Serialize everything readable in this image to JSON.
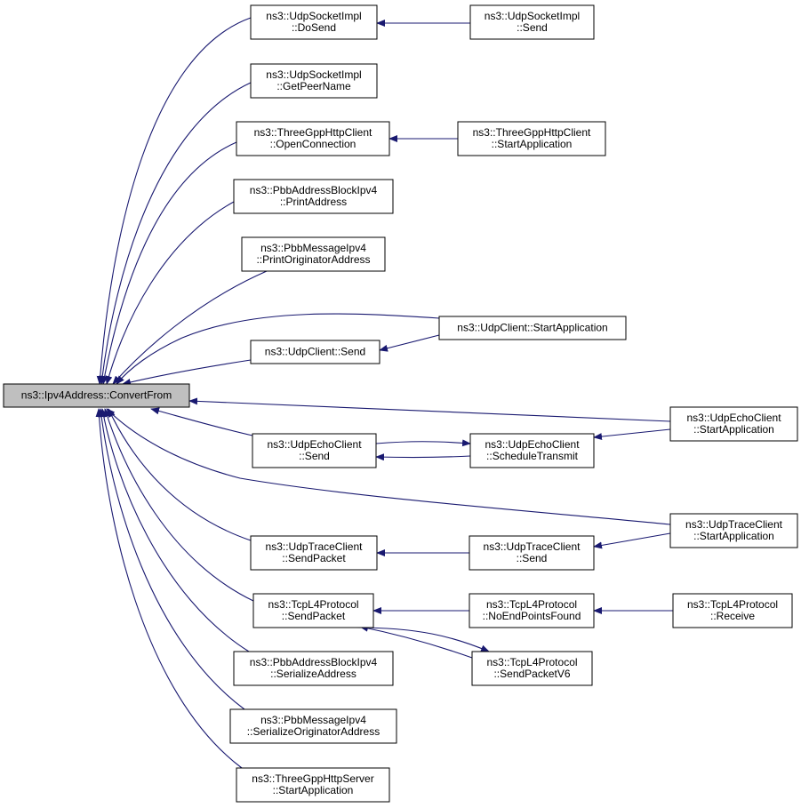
{
  "diagram": {
    "type": "caller-graph",
    "colors": {
      "edge": "#191970",
      "node_border": "#000000",
      "node_fill": "#ffffff",
      "root_fill": "#bfbfbf"
    },
    "nodes": [
      {
        "id": "root",
        "lines": [
          "ns3::Ipv4Address::ConvertFrom"
        ],
        "root": true
      },
      {
        "id": "udpsock-dosend",
        "lines": [
          "ns3::UdpSocketImpl",
          "::DoSend"
        ]
      },
      {
        "id": "udpsock-send",
        "lines": [
          "ns3::UdpSocketImpl",
          "::Send"
        ]
      },
      {
        "id": "udpsock-getpeer",
        "lines": [
          "ns3::UdpSocketImpl",
          "::GetPeerName"
        ]
      },
      {
        "id": "http-openconn",
        "lines": [
          "ns3::ThreeGppHttpClient",
          "::OpenConnection"
        ]
      },
      {
        "id": "http-startapp",
        "lines": [
          "ns3::ThreeGppHttpClient",
          "::StartApplication"
        ]
      },
      {
        "id": "pbbaddr-print",
        "lines": [
          "ns3::PbbAddressBlockIpv4",
          "::PrintAddress"
        ]
      },
      {
        "id": "pbbmsg-print",
        "lines": [
          "ns3::PbbMessageIpv4",
          "::PrintOriginatorAddress"
        ]
      },
      {
        "id": "udpclient-startapp",
        "lines": [
          "ns3::UdpClient::StartApplication"
        ]
      },
      {
        "id": "udpclient-send",
        "lines": [
          "ns3::UdpClient::Send"
        ]
      },
      {
        "id": "echo-startapp",
        "lines": [
          "ns3::UdpEchoClient",
          "::StartApplication"
        ]
      },
      {
        "id": "echo-send",
        "lines": [
          "ns3::UdpEchoClient",
          "::Send"
        ]
      },
      {
        "id": "echo-schedule",
        "lines": [
          "ns3::UdpEchoClient",
          "::ScheduleTransmit"
        ]
      },
      {
        "id": "trace-startapp",
        "lines": [
          "ns3::UdpTraceClient",
          "::StartApplication"
        ]
      },
      {
        "id": "trace-sendpacket",
        "lines": [
          "ns3::UdpTraceClient",
          "::SendPacket"
        ]
      },
      {
        "id": "trace-send",
        "lines": [
          "ns3::UdpTraceClient",
          "::Send"
        ]
      },
      {
        "id": "tcp-sendpacket",
        "lines": [
          "ns3::TcpL4Protocol",
          "::SendPacket"
        ]
      },
      {
        "id": "tcp-noend",
        "lines": [
          "ns3::TcpL4Protocol",
          "::NoEndPointsFound"
        ]
      },
      {
        "id": "tcp-receive",
        "lines": [
          "ns3::TcpL4Protocol",
          "::Receive"
        ]
      },
      {
        "id": "tcp-sendv6",
        "lines": [
          "ns3::TcpL4Protocol",
          "::SendPacketV6"
        ]
      },
      {
        "id": "pbbaddr-serialize",
        "lines": [
          "ns3::PbbAddressBlockIpv4",
          "::SerializeAddress"
        ]
      },
      {
        "id": "pbbmsg-serialize",
        "lines": [
          "ns3::PbbMessageIpv4",
          "::SerializeOriginatorAddress"
        ]
      },
      {
        "id": "httpserver-startapp",
        "lines": [
          "ns3::ThreeGppHttpServer",
          "::StartApplication"
        ]
      }
    ],
    "edges": [
      {
        "from": "udpsock-dosend",
        "to": "root"
      },
      {
        "from": "udpsock-send",
        "to": "udpsock-dosend"
      },
      {
        "from": "udpsock-getpeer",
        "to": "root"
      },
      {
        "from": "http-openconn",
        "to": "root"
      },
      {
        "from": "http-startapp",
        "to": "http-openconn"
      },
      {
        "from": "pbbaddr-print",
        "to": "root"
      },
      {
        "from": "pbbmsg-print",
        "to": "root"
      },
      {
        "from": "udpclient-startapp",
        "to": "root"
      },
      {
        "from": "udpclient-send",
        "to": "root"
      },
      {
        "from": "udpclient-startapp",
        "to": "udpclient-send"
      },
      {
        "from": "echo-startapp",
        "to": "root"
      },
      {
        "from": "echo-send",
        "to": "root"
      },
      {
        "from": "echo-schedule",
        "to": "echo-send"
      },
      {
        "from": "echo-send",
        "to": "echo-schedule"
      },
      {
        "from": "echo-startapp",
        "to": "echo-schedule"
      },
      {
        "from": "trace-startapp",
        "to": "root"
      },
      {
        "from": "trace-sendpacket",
        "to": "root"
      },
      {
        "from": "trace-send",
        "to": "trace-sendpacket"
      },
      {
        "from": "trace-startapp",
        "to": "trace-send"
      },
      {
        "from": "tcp-sendpacket",
        "to": "root"
      },
      {
        "from": "tcp-noend",
        "to": "tcp-sendpacket"
      },
      {
        "from": "tcp-receive",
        "to": "tcp-noend"
      },
      {
        "from": "tcp-sendv6",
        "to": "tcp-sendpacket"
      },
      {
        "from": "tcp-sendpacket",
        "to": "tcp-sendv6"
      },
      {
        "from": "pbbaddr-serialize",
        "to": "root"
      },
      {
        "from": "pbbmsg-serialize",
        "to": "root"
      },
      {
        "from": "httpserver-startapp",
        "to": "root"
      }
    ]
  }
}
